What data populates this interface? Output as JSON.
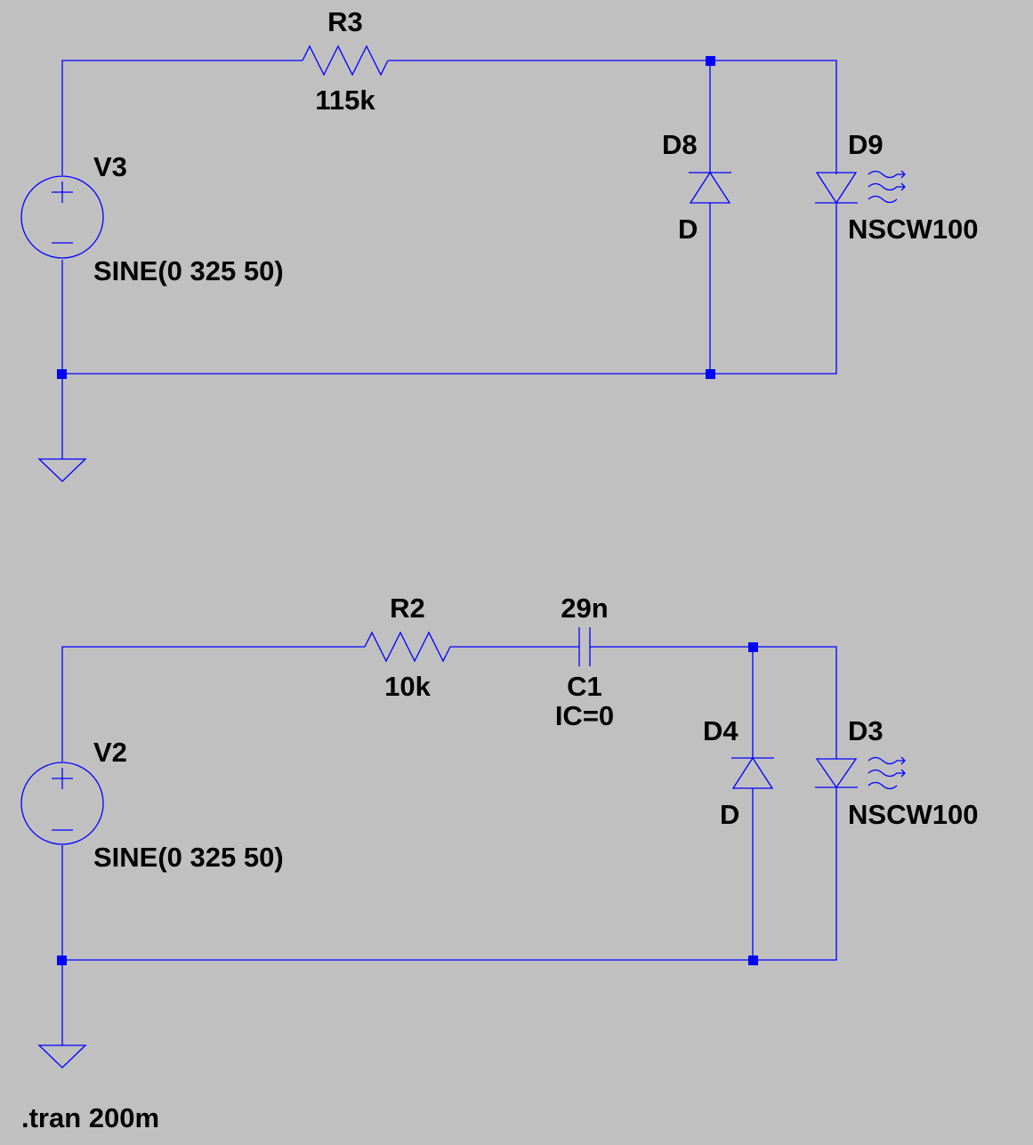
{
  "colors": {
    "background": "#c0c0c0",
    "wire": "#0000ff",
    "junction": "#0000ff",
    "text": "#000000"
  },
  "circuit_top": {
    "source": {
      "name": "V3",
      "value": "SINE(0 325 50)"
    },
    "resistor": {
      "name": "R3",
      "value": "115k"
    },
    "diode": {
      "name": "D8",
      "model": "D"
    },
    "led": {
      "name": "D9",
      "model": "NSCW100"
    }
  },
  "circuit_bottom": {
    "source": {
      "name": "V2",
      "value": "SINE(0 325 50)"
    },
    "resistor": {
      "name": "R2",
      "value": "10k"
    },
    "capacitor": {
      "name": "C1",
      "value": "29n",
      "initial_condition": "IC=0"
    },
    "diode": {
      "name": "D4",
      "model": "D"
    },
    "led": {
      "name": "D3",
      "model": "NSCW100"
    }
  },
  "directive": ".tran 200m"
}
